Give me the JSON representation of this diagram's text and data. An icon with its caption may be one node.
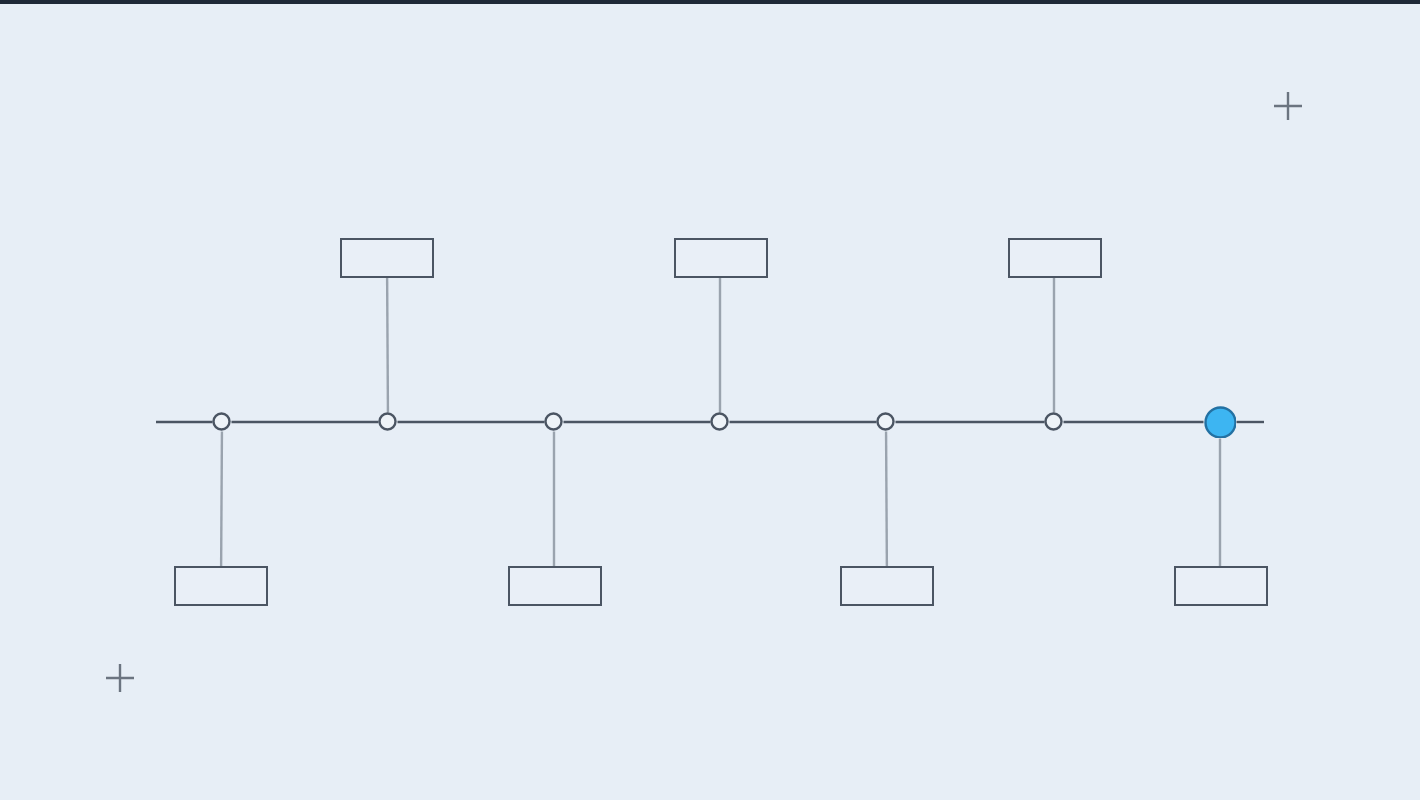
{
  "diagram": {
    "nodes": [
      {
        "text": [],
        "shape": "circle"
      },
      {
        "text": [],
        "shape": "circle"
      },
      {
        "text": [],
        "shape": "circle"
      },
      {
        "text": [],
        "shape": "circle"
      },
      {
        "text": [],
        "shape": "circle"
      },
      {
        "text": [],
        "shape": "circle"
      },
      {
        "text": [],
        "shape": "circle"
      },
      {
        "text": [],
        "shape": "box"
      },
      {
        "text": [],
        "shape": "box"
      },
      {
        "text": [],
        "shape": "box"
      },
      {
        "text": [],
        "shape": "box"
      },
      {
        "text": [],
        "shape": "box"
      },
      {
        "text": [],
        "shape": "box"
      },
      {
        "text": [],
        "shape": "box"
      }
    ],
    "edges": [
      {
        "from": null,
        "to": 0,
        "arrow": "none"
      },
      {
        "from": 0,
        "to": 1,
        "arrow": "none"
      },
      {
        "from": 1,
        "to": 2,
        "arrow": "none"
      },
      {
        "from": 2,
        "to": 3,
        "arrow": "none"
      },
      {
        "from": 3,
        "to": 4,
        "arrow": "none"
      },
      {
        "from": 4,
        "to": 5,
        "arrow": "none"
      },
      {
        "from": 5,
        "to": 6,
        "arrow": "none"
      },
      {
        "from": 6,
        "to": null,
        "arrow": "none"
      },
      {
        "from": 0,
        "to": 7,
        "arrow": "none",
        "color": "#9aa3ae"
      },
      {
        "from": 1,
        "to": 8,
        "arrow": "none",
        "color": "#9aa3ae"
      },
      {
        "from": 2,
        "to": 9,
        "arrow": "none",
        "color": "#9aa3ae"
      },
      {
        "from": 3,
        "to": 10,
        "arrow": "none",
        "color": "#9aa3ae"
      },
      {
        "from": 4,
        "to": 11,
        "arrow": "none",
        "color": "#9aa3ae"
      },
      {
        "from": 5,
        "to": 12,
        "arrow": "none",
        "color": "#9aa3ae"
      },
      {
        "from": 6,
        "to": 13,
        "arrow": "none",
        "color": "#9aa3ae"
      }
    ]
  }
}
